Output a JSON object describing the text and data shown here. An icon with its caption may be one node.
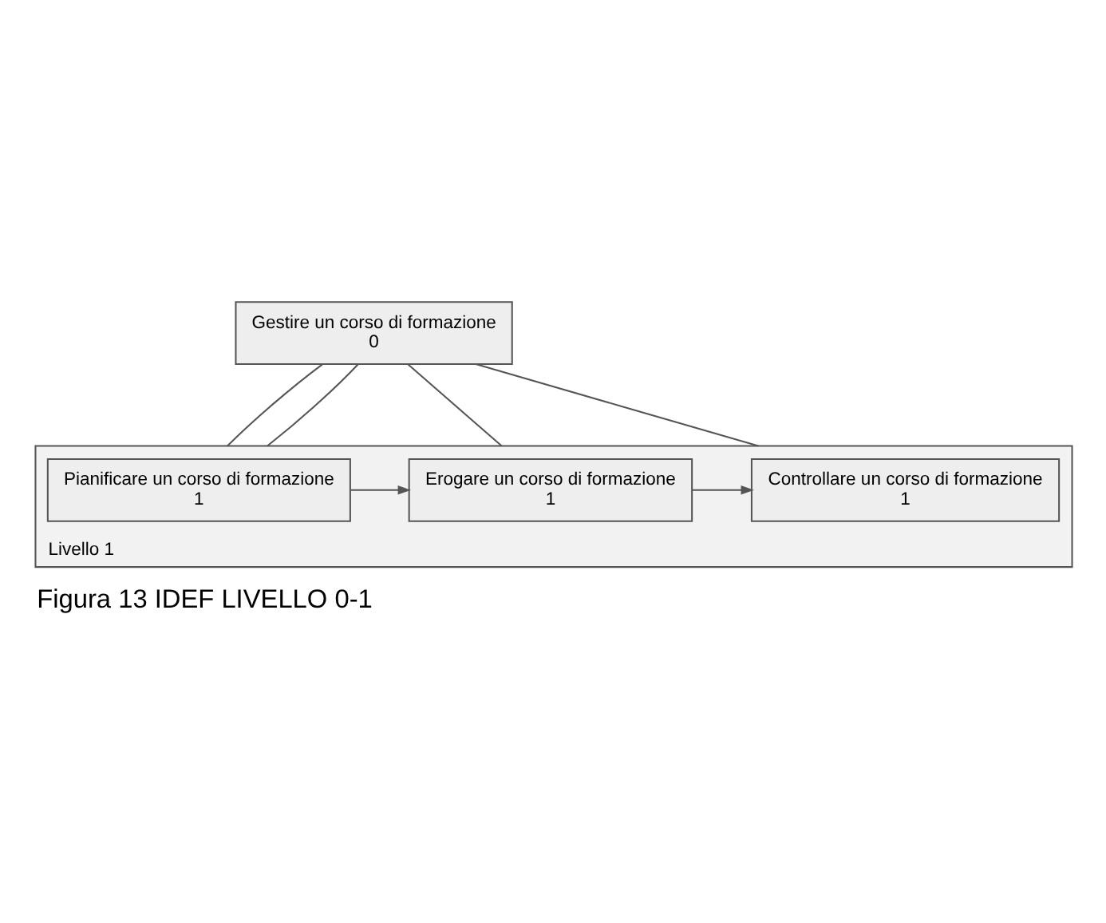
{
  "diagram": {
    "caption": "Figura 13 IDEF LIVELLO 0-1",
    "nodes": [
      {
        "text": [
          "Gestire un corso di formazione",
          "0"
        ]
      },
      {
        "text": [
          "Livello 1"
        ]
      },
      {
        "text": [
          "Pianificare un corso di formazione",
          "1"
        ],
        "in": 1
      },
      {
        "text": [
          "Erogare un corso di formazione",
          "1"
        ],
        "in": 1
      },
      {
        "text": [
          "Controllare un corso di formazione",
          "1"
        ],
        "in": 1
      }
    ],
    "edges": [
      {
        "from": 0,
        "to": 1,
        "arrow": "none"
      },
      {
        "from": 0,
        "to": 1,
        "arrow": "none"
      },
      {
        "from": 0,
        "to": 1,
        "arrow": "none"
      },
      {
        "from": 0,
        "to": 1,
        "arrow": "none"
      },
      {
        "from": 2,
        "to": 3,
        "arrow": "to"
      },
      {
        "from": 3,
        "to": 4,
        "arrow": "to"
      }
    ]
  }
}
